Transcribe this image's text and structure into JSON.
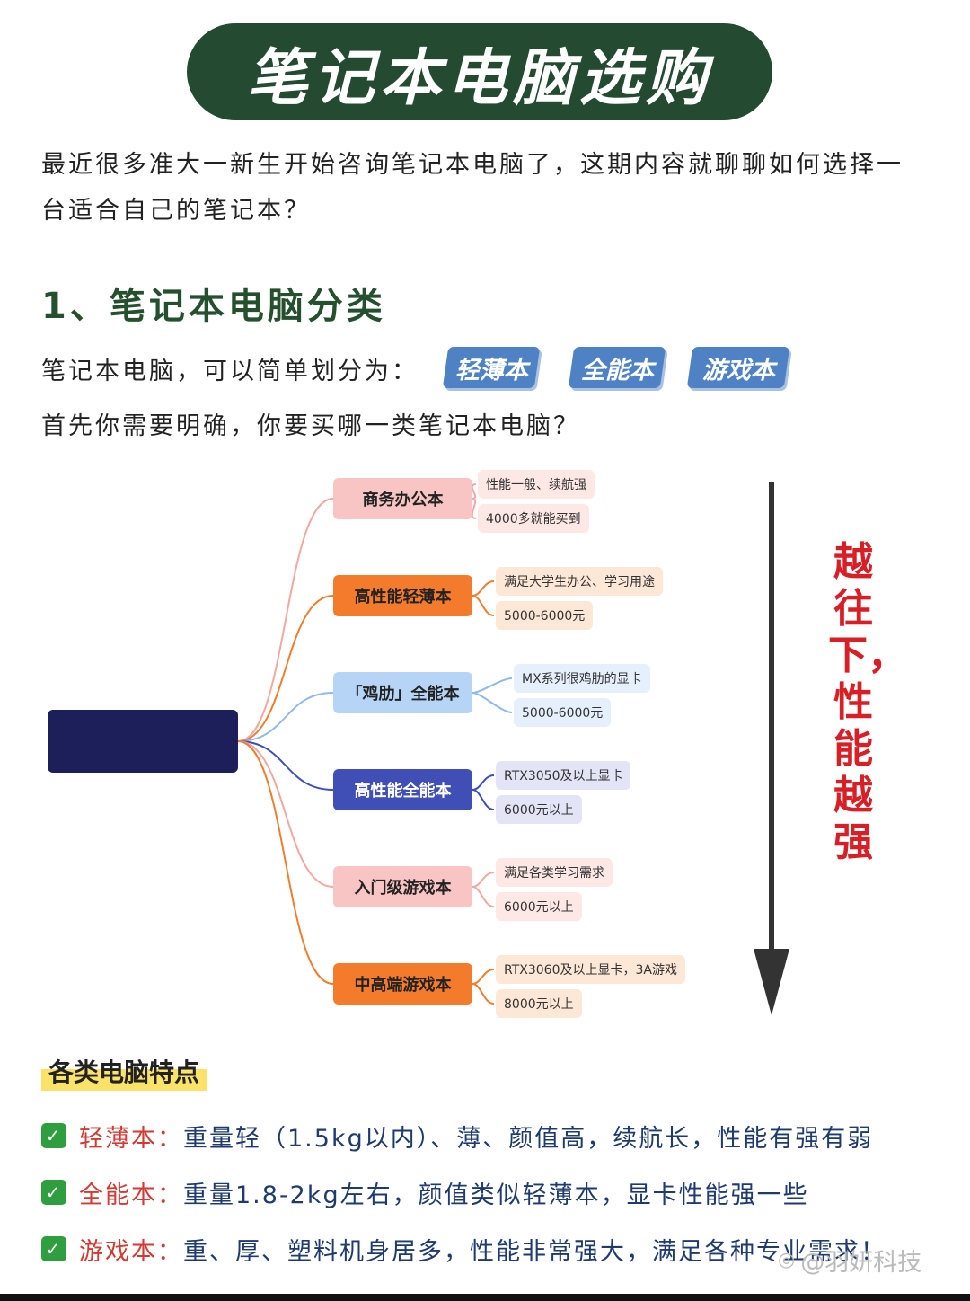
{
  "title": "笔记本电脑选购",
  "intro": "最近很多准大一新生开始咨询笔记本电脑了，这期内容就聊聊如何选择一台适合自己的笔记本？",
  "section1": {
    "title": "1、笔记本电脑分类",
    "classify_text": "笔记本电脑，可以简单划分为：",
    "tags": [
      "轻薄本",
      "全能本",
      "游戏本"
    ],
    "question": "首先你需要明确，你要买哪一类笔记本电脑？"
  },
  "mindmap": {
    "branches": [
      {
        "label": "商务办公本",
        "bg": "#f9c4c4",
        "fg": "#222222",
        "line": "#f0a8a0",
        "leafbg": "#fde8e6",
        "leaves": [
          "性能一般、续航强",
          "4000多就能买到"
        ]
      },
      {
        "label": "高性能轻薄本",
        "bg": "#f47b2c",
        "fg": "#222222",
        "line": "#f07d2e",
        "leafbg": "#fde7d6",
        "leaves": [
          "满足大学生办公、学习用途",
          "5000-6000元"
        ]
      },
      {
        "label": "「鸡肋」全能本",
        "bg": "#b5d4f6",
        "fg": "#222222",
        "line": "#8fb8ec",
        "leafbg": "#e6f0fc",
        "leaves": [
          "MX系列很鸡肋的显卡",
          "5000-6000元"
        ]
      },
      {
        "label": "高性能全能本",
        "bg": "#3f4fb5",
        "fg": "#ffffff",
        "line": "#3f4fb5",
        "leafbg": "#e3e5f6",
        "leaves": [
          "RTX3050及以上显卡",
          "6000元以上"
        ]
      },
      {
        "label": "入门级游戏本",
        "bg": "#f9c4c4",
        "fg": "#222222",
        "line": "#f0a8a0",
        "leafbg": "#fde8e6",
        "leaves": [
          "满足各类学习需求",
          "6000元以上"
        ]
      },
      {
        "label": "中高端游戏本",
        "bg": "#f47b2c",
        "fg": "#222222",
        "line": "#f07d2e",
        "leafbg": "#fde7d6",
        "leaves": [
          "RTX3060及以上显卡，3A游戏",
          "8000元以上"
        ]
      }
    ],
    "side_note": "越往下，性能越强"
  },
  "features": {
    "heading": "各类电脑特点",
    "items": [
      {
        "label": "轻薄本",
        "sep": "：",
        "text": "重量轻（1.5kg以内）、薄、颜值高，续航长，性能有强有弱"
      },
      {
        "label": "全能本",
        "sep": "：",
        "text": "重量1.8-2kg左右，颜值类似轻薄本，显卡性能强一些"
      },
      {
        "label": "游戏本",
        "sep": "：",
        "text": "重、厚、塑料机身居多，性能非常强大，满足各种专业需求！"
      }
    ]
  },
  "watermark": "@羽妍科技",
  "colors": {
    "banner": "#244a32",
    "tag": "#4e82c4",
    "accent_red": "#d91f26"
  }
}
